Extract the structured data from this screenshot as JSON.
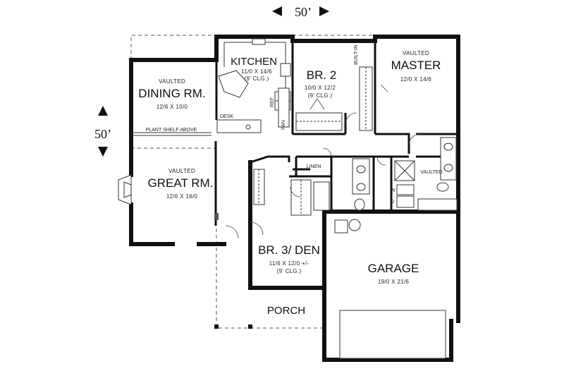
{
  "overall": {
    "width_label": "50’",
    "depth_label": "50’"
  },
  "rooms": {
    "dining": {
      "note": "VAULTED",
      "name": "DINING RM.",
      "size": "12/6 X 10/0"
    },
    "kitchen": {
      "name": "KITCHEN",
      "size": "11/0 X 14/6",
      "ceiling": "(9' CLG.)"
    },
    "br2": {
      "name": "BR. 2",
      "size": "10/0 X 12/2",
      "ceiling": "(9' CLG.)"
    },
    "master": {
      "note": "VAULTED",
      "name": "MASTER",
      "size": "12/0 X 14/6"
    },
    "great": {
      "note": "VAULTED",
      "name": "GREAT RM.",
      "size": "12/6 X 16/0"
    },
    "br3": {
      "name": "BR. 3/ DEN",
      "size": "11/6 X 12/0 +/-",
      "ceiling": "(9' CLG.)"
    },
    "garage": {
      "name": "GARAGE",
      "size": "19/0 X 21/6"
    },
    "porch": {
      "name": "PORCH"
    }
  },
  "labels": {
    "desk": "DESK",
    "plant_shelf": "PLANT SHELF ABOVE",
    "pan": "PAN",
    "ref": "REF",
    "built_in": "BUILT-IN",
    "linen": "LINEN",
    "washer": "W",
    "dryer": "D",
    "vaulted_bath": "VAULTED"
  }
}
